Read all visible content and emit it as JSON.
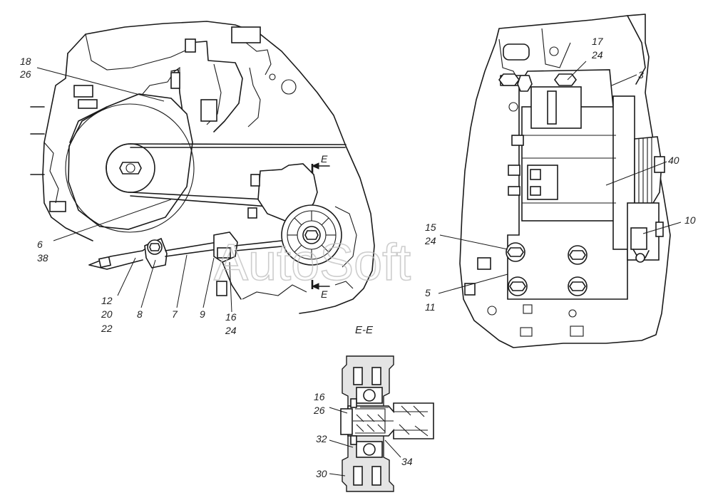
{
  "watermark": "AutoSoft",
  "section_label": "Е-Е",
  "section_marker": "Е",
  "callouts": {
    "c18_26": [
      "18",
      "26"
    ],
    "c6_38": [
      "6",
      "38"
    ],
    "c12_20_22": [
      "12",
      "20",
      "22"
    ],
    "c8": [
      "8"
    ],
    "c7": [
      "7"
    ],
    "c9": [
      "9"
    ],
    "c16_24": [
      "16",
      "24"
    ],
    "c17_24": [
      "17",
      "24"
    ],
    "c3": [
      "3"
    ],
    "c40": [
      "40"
    ],
    "c10": [
      "10"
    ],
    "c15_24": [
      "15",
      "24"
    ],
    "c5_11": [
      "5",
      "11"
    ],
    "c16_26": [
      "16",
      "26"
    ],
    "c32": [
      "32"
    ],
    "c34": [
      "34"
    ],
    "c30": [
      "30"
    ]
  }
}
